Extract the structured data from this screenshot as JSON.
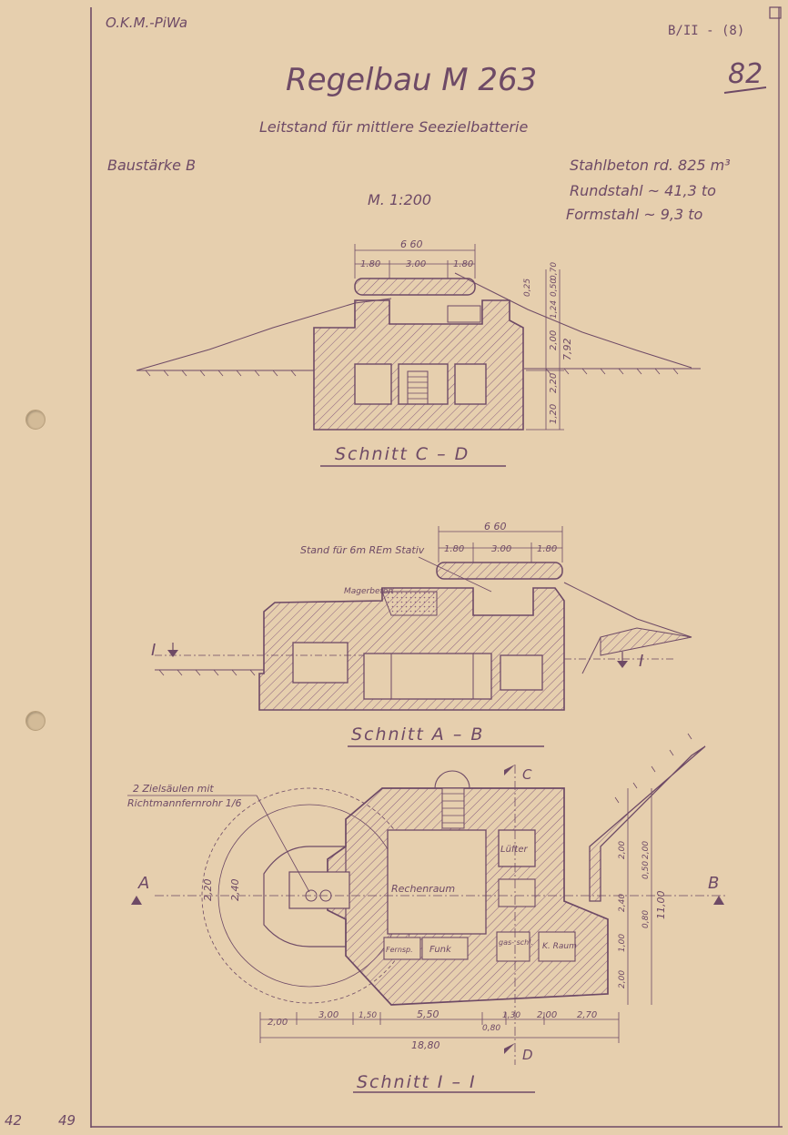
{
  "header": {
    "org": "O.K.M.-PiWa",
    "sheet_ref": "B/II - (8)",
    "page_number": "82"
  },
  "title": {
    "main": "Regelbau M 263",
    "subtitle": "Leitstand für mittlere Seezielbatterie"
  },
  "specs": {
    "baustaerke": "Baustärke B",
    "scale": "M. 1:200",
    "stahlbeton": "Stahlbeton rd. 825 m³",
    "rundstahl": "Rundstahl ~ 41,3 to",
    "formstahl": "Formstahl ~ 9,3 to"
  },
  "section_cd": {
    "label": "Schnitt C – D",
    "dims_top": [
      "6 60",
      "1.80",
      "3.00",
      "1.80"
    ],
    "dims_right": [
      "0,25",
      "1,24",
      "0,50",
      "0,70",
      "2,00",
      "7,92",
      "2,20",
      "1,20"
    ]
  },
  "section_ab": {
    "label": "Schnitt A – B",
    "dims_top": [
      "6 60",
      "1.80",
      "3.00",
      "1.80"
    ],
    "note_stand": "Stand für 6m REm Stativ",
    "note_mager": "Magerbeton",
    "cut_marks": [
      "I",
      "I"
    ]
  },
  "section_ii": {
    "label": "Schnitt I – I",
    "note_zielsaeulen_1": "2 Zielsäulen mit",
    "note_zielsaeulen_2": "Richtmannfernrohr 1/6",
    "rooms": {
      "rechenraum": "Rechenraum",
      "luefter": "Lüfter",
      "fernsprecher": "Fernsp.",
      "funk": "Funk",
      "gasschleuse": "gas- schl.",
      "kraum": "K. Raum"
    },
    "radii": [
      "2,20",
      "2,40"
    ],
    "cut_marks": [
      "A",
      "B",
      "C",
      "D"
    ],
    "dims_bottom": [
      "2,00",
      "3,00",
      "1,50",
      "5,50",
      "1,30",
      "2,00",
      "2,70",
      "0,80",
      "18,80"
    ],
    "dims_right": [
      "2,00",
      "2,00",
      "0,50",
      "2,40",
      "0,80",
      "1,00",
      "2,00",
      "11,00"
    ]
  },
  "margin_notes": [
    "42",
    "49"
  ]
}
